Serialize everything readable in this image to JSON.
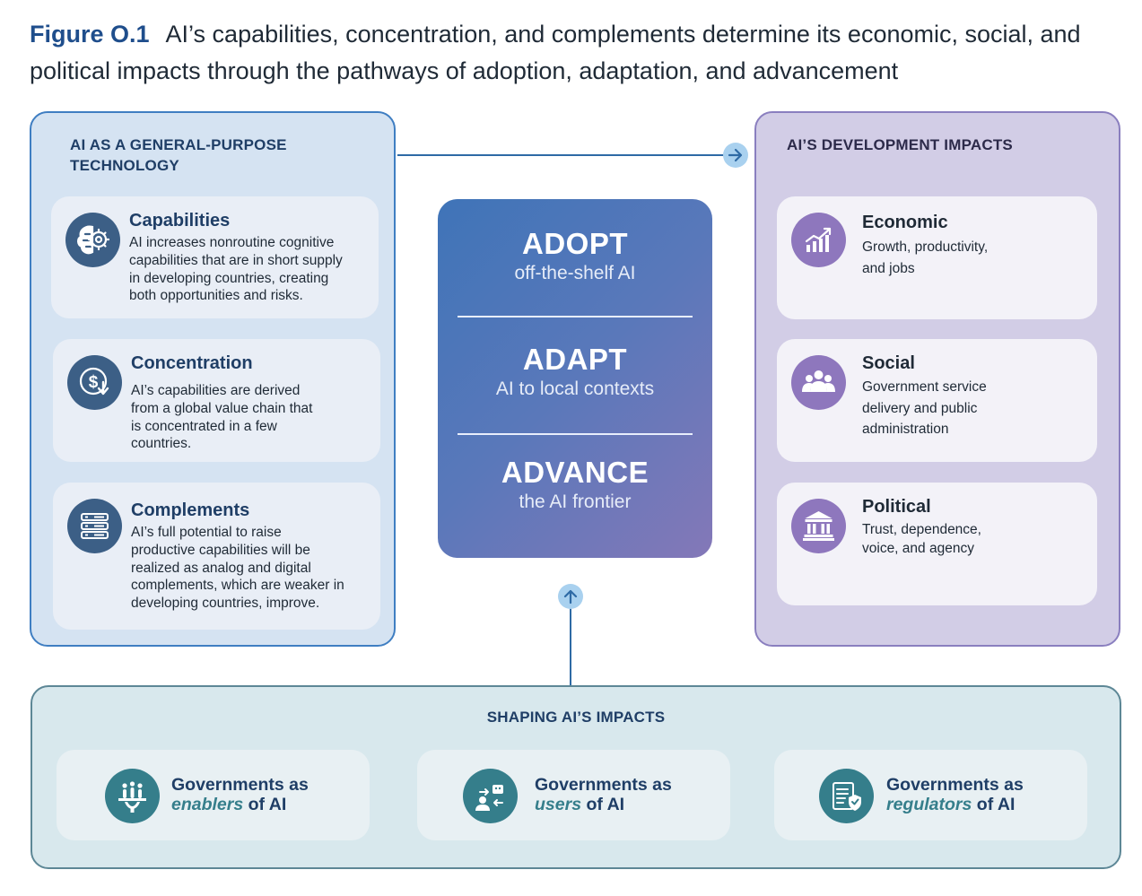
{
  "figure": {
    "number": "Figure O.1",
    "title": "AI’s capabilities, concentration, and complements determine its economic, social, and political impacts through the pathways of adoption, adaptation, and advancement"
  },
  "left_panel": {
    "heading_line1": "AI AS A GENERAL-PURPOSE",
    "heading_line2": "TECHNOLOGY",
    "cards": [
      {
        "title": "Capabilities",
        "lines": [
          "AI increases nonroutine cognitive",
          "capabilities that are in short supply",
          "in developing countries, creating",
          "both opportunities and risks."
        ],
        "icon": "brain-gear-icon"
      },
      {
        "title": "Concentration",
        "lines": [
          "AI’s capabilities are derived",
          "from a global value chain that",
          "is concentrated in a few",
          "countries."
        ],
        "icon": "dollar-down-icon"
      },
      {
        "title": "Complements",
        "lines": [
          "AI’s full potential to raise",
          "productive capabilities will be",
          "realized as analog and digital",
          "complements, which are weaker in",
          "developing countries, improve."
        ],
        "icon": "server-icon"
      }
    ]
  },
  "center": {
    "stages": [
      {
        "title": "ADOPT",
        "subtitle": "off-the-shelf AI"
      },
      {
        "title": "ADAPT",
        "subtitle": "AI to local contexts"
      },
      {
        "title": "ADVANCE",
        "subtitle": "the AI frontier"
      }
    ]
  },
  "right_panel": {
    "heading": "AI’S DEVELOPMENT IMPACTS",
    "cards": [
      {
        "title": "Economic",
        "lines": [
          "Growth, productivity,",
          "and jobs"
        ],
        "icon": "growth-chart-icon"
      },
      {
        "title": "Social",
        "lines": [
          "Government service",
          "delivery and public",
          "administration"
        ],
        "icon": "people-group-icon"
      },
      {
        "title": "Political",
        "lines": [
          "Trust, dependence,",
          "voice, and agency"
        ],
        "icon": "government-building-icon"
      }
    ]
  },
  "bottom_panel": {
    "heading": "SHAPING AI’S IMPACTS",
    "cards": [
      {
        "line1": "Governments as",
        "role": "enablers",
        "suffix": " of AI",
        "icon": "hands-raised-icon"
      },
      {
        "line1": "Governments as",
        "role": "users",
        "suffix": " of AI",
        "icon": "user-exchange-icon"
      },
      {
        "line1": "Governments as",
        "role": "regulators",
        "suffix": " of AI",
        "icon": "document-shield-icon"
      }
    ]
  },
  "colors": {
    "title_accent": "#1f4e8c",
    "left_panel_bg": "#d5e3f2",
    "left_panel_border": "#3f7ec2",
    "right_panel_bg": "#d2cde6",
    "right_panel_border": "#8a7fbf",
    "bottom_panel_bg": "#d8e8ed",
    "bottom_icon": "#357e8b",
    "arrow_line": "#2e6aa5",
    "center_gradient_start": "#3f74b8",
    "center_gradient_end": "#8478b8"
  }
}
